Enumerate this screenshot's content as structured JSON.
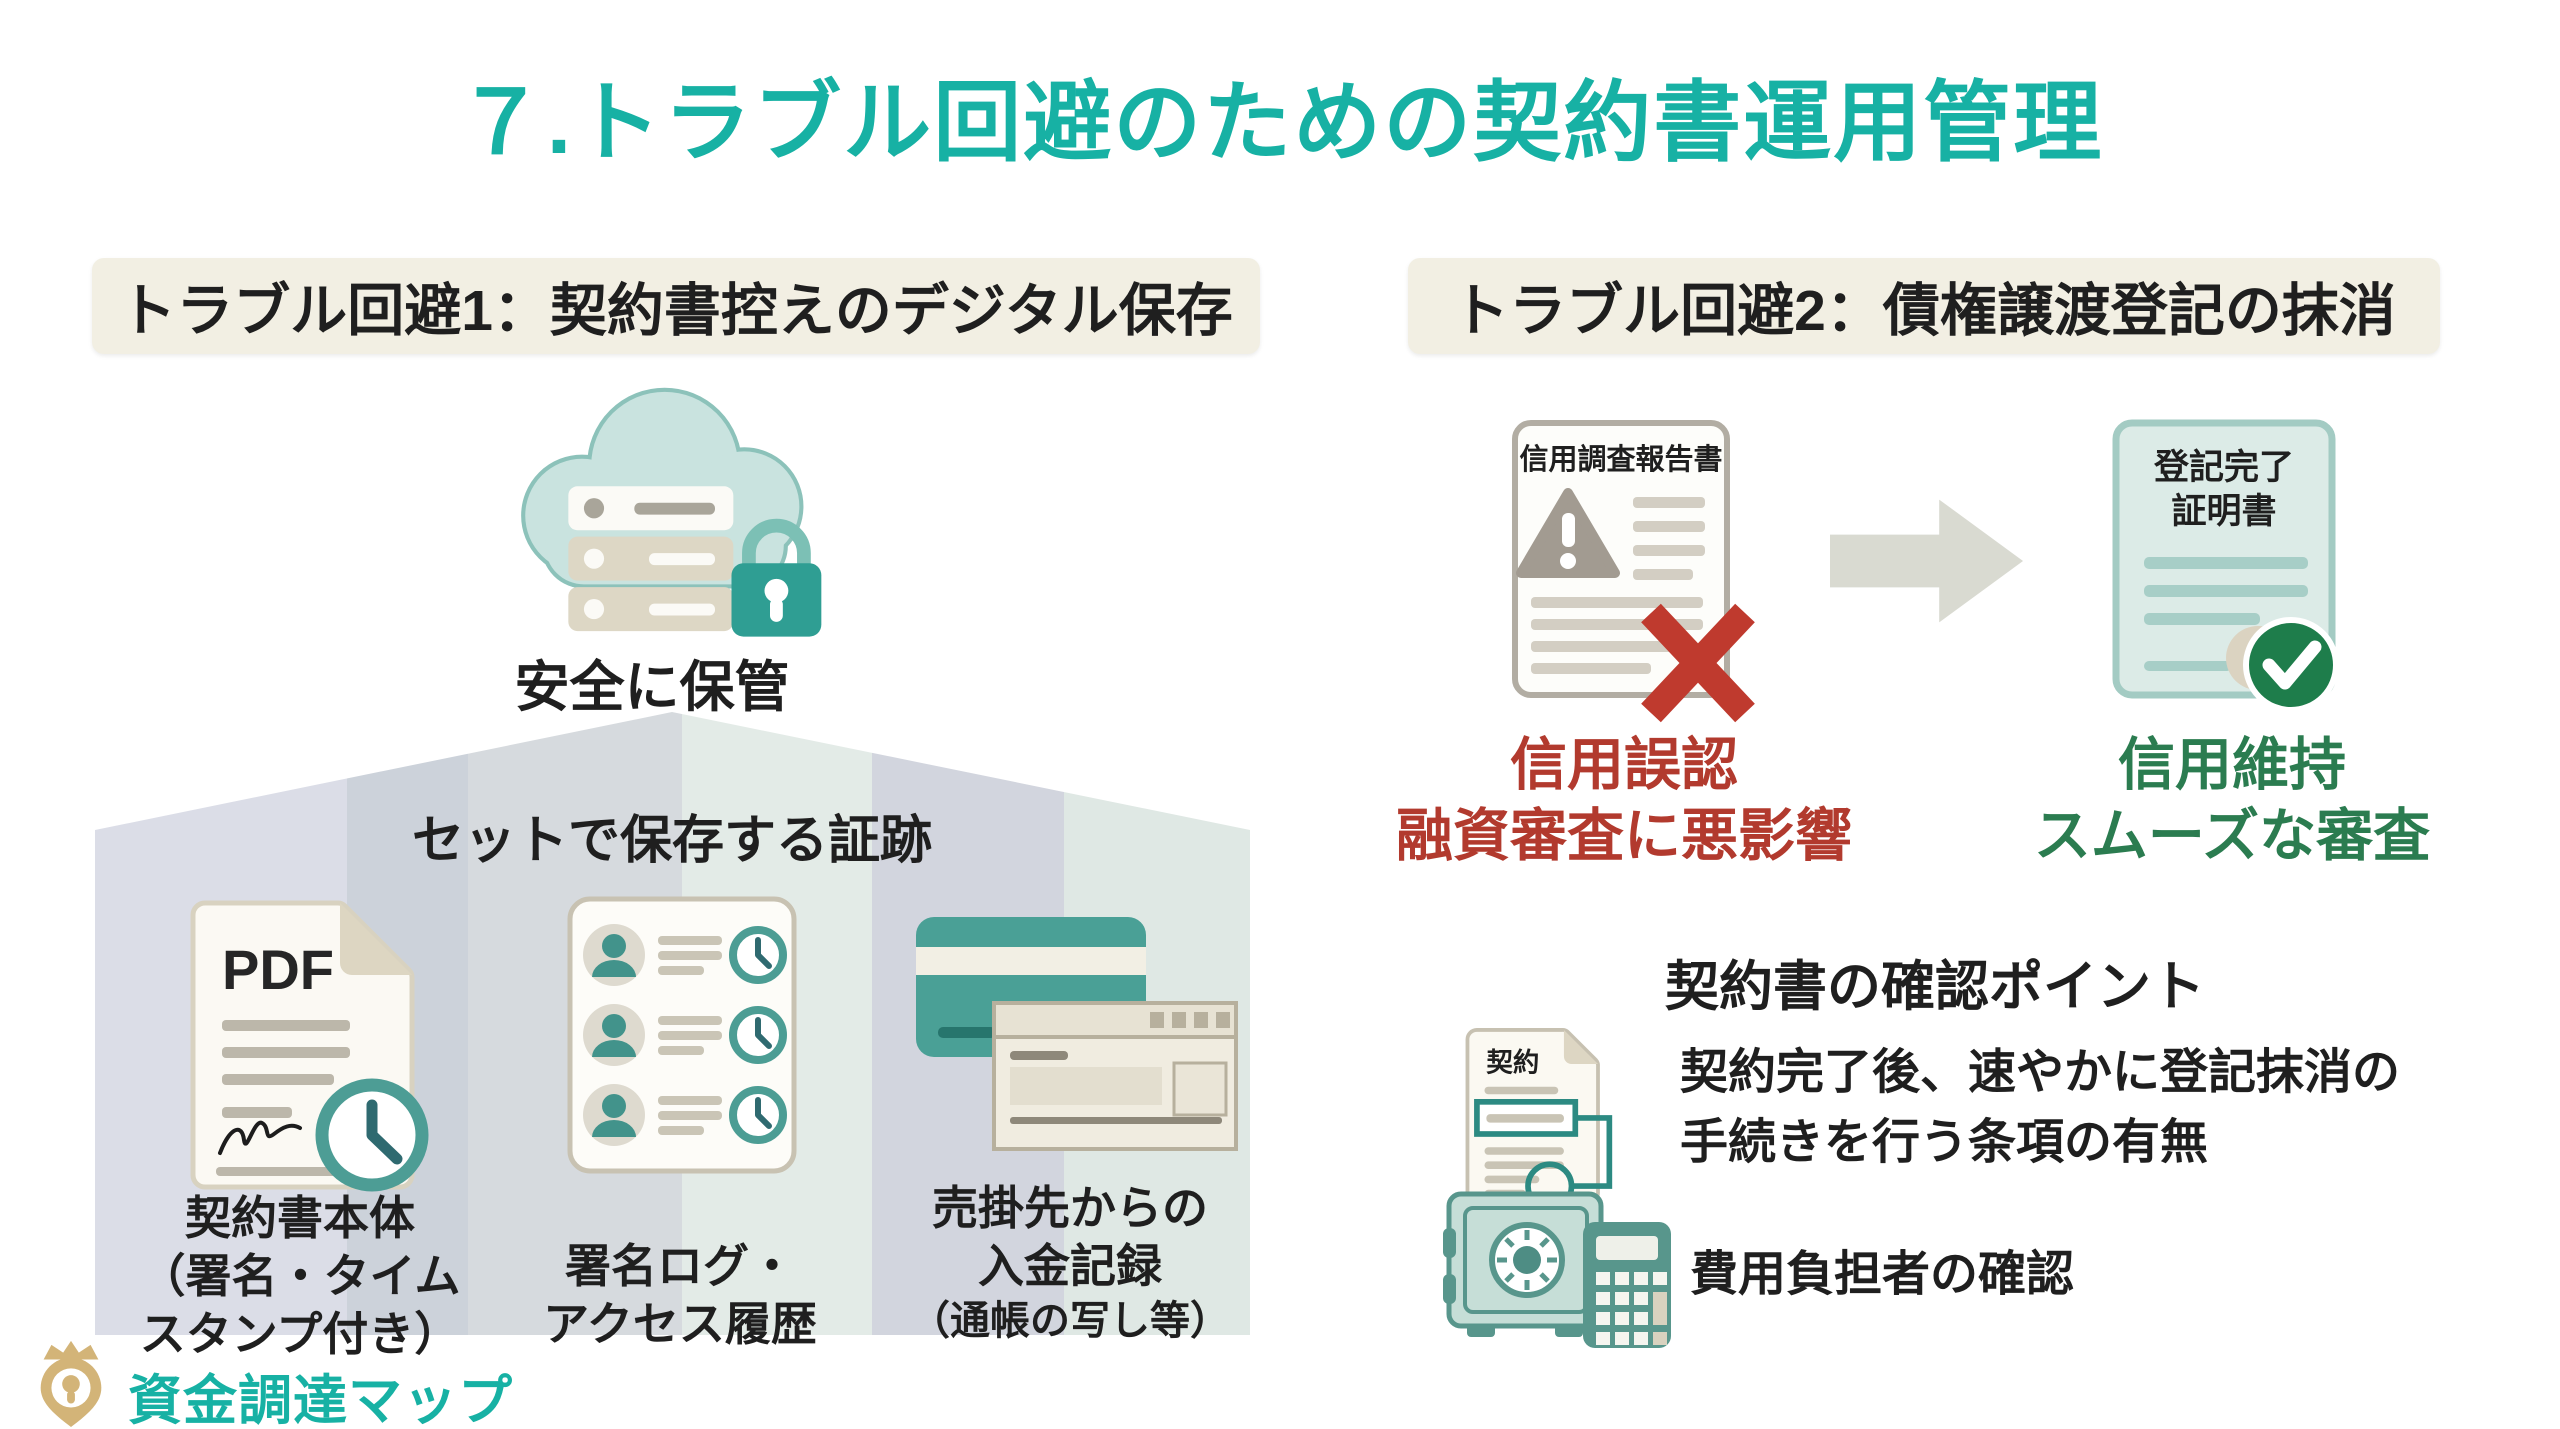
{
  "page": {
    "title": "７.トラブル回避のための契約書運用管理"
  },
  "colors": {
    "teal": "#17b1a4",
    "ink": "#1f1f1f",
    "header_bg": "#f2efe3",
    "red": "#b23a2e",
    "green": "#2b7c50",
    "gold": "#d3b478"
  },
  "left": {
    "header": "トラブル回避1：契約書控えのデジタル保存",
    "cloud_caption": "安全に保管",
    "house_caption": "セットで保存する証跡",
    "items": [
      {
        "pdf_label": "PDF",
        "lines": [
          "契約書本体",
          "（署名・タイム",
          "スタンプ付き）"
        ]
      },
      {
        "lines": [
          "署名ログ・",
          "アクセス履歴"
        ]
      },
      {
        "lines": [
          "売掛先からの",
          "入金記録"
        ],
        "sublabel": "（通帳の写し等）"
      }
    ]
  },
  "right": {
    "header": "トラブル回避2：債権譲渡登記の抹消",
    "before": {
      "doc_title": "信用調査報告書",
      "caption": [
        "信用誤認",
        "融資審査に悪影響"
      ]
    },
    "after": {
      "doc_title": [
        "登記完了",
        "証明書"
      ],
      "caption": [
        "信用維持",
        "スムーズな審査"
      ]
    },
    "checkpoints": {
      "heading": "契約書の確認ポイント",
      "contract_label": "契約",
      "items": [
        {
          "lines": [
            "契約完了後、速やかに登記抹消の",
            "手続きを行う条項の有無"
          ]
        },
        {
          "lines": [
            "費用負担者の確認"
          ]
        }
      ]
    }
  },
  "footer": {
    "logo_text": "資金調達マップ"
  }
}
